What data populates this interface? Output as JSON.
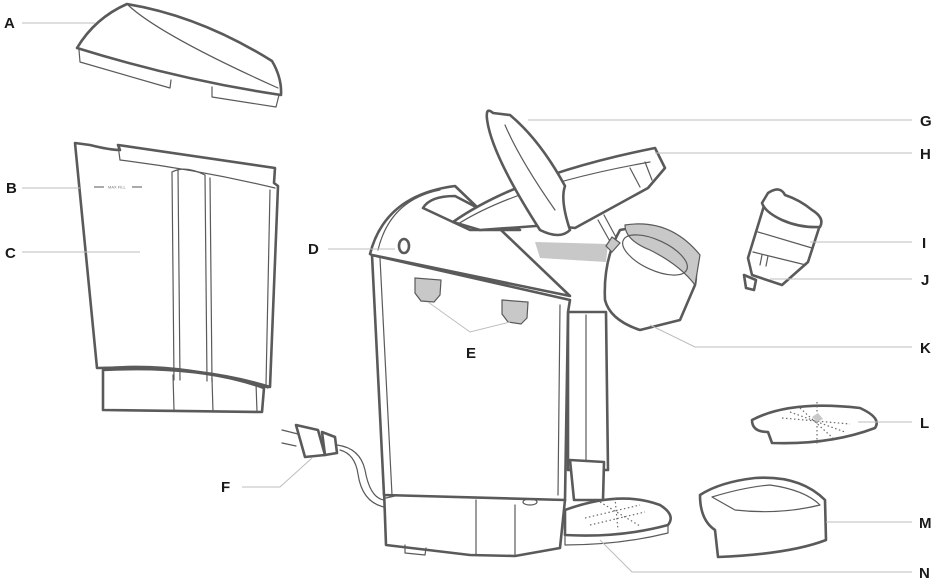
{
  "diagram": {
    "title": "Brewer parts diagram",
    "reservoir_marking": "MAX FILL",
    "parts": [
      {
        "letter": "A",
        "part": "reservoir-lid"
      },
      {
        "letter": "B",
        "part": "max-fill-line"
      },
      {
        "letter": "C",
        "part": "water-reservoir"
      },
      {
        "letter": "D",
        "part": "power-button"
      },
      {
        "letter": "E",
        "part": "control-buttons"
      },
      {
        "letter": "F",
        "part": "power-cord"
      },
      {
        "letter": "G",
        "part": "handle"
      },
      {
        "letter": "H",
        "part": "brewer-lid"
      },
      {
        "letter": "I",
        "part": "pod-holder-funnel"
      },
      {
        "letter": "J",
        "part": "exit-needle"
      },
      {
        "letter": "K",
        "part": "pod-holder-assembly"
      },
      {
        "letter": "L",
        "part": "drip-tray-plate"
      },
      {
        "letter": "M",
        "part": "drip-tray"
      },
      {
        "letter": "N",
        "part": "drip-tray-assembly"
      }
    ],
    "colors": {
      "outline": "#5a5a5a",
      "leader": "#bdbdbd",
      "highlight": "#c8c8c8",
      "label": "#1a1a1a"
    }
  }
}
